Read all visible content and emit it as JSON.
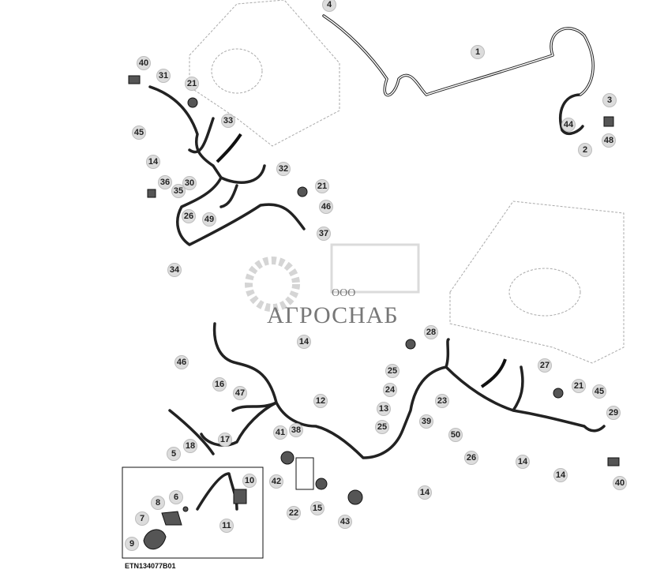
{
  "figure_id": "ETN134077B01",
  "watermark": {
    "prefix": "ООО",
    "name": "АГРОСНАБ"
  },
  "callouts": [
    "4",
    "1",
    "40",
    "31",
    "21",
    "3",
    "33",
    "44",
    "45",
    "2",
    "48",
    "14",
    "32",
    "36",
    "30",
    "35",
    "21",
    "26",
    "49",
    "46",
    "37",
    "34",
    "28",
    "14",
    "46",
    "27",
    "25",
    "16",
    "24",
    "21",
    "45",
    "47",
    "12",
    "23",
    "13",
    "29",
    "39",
    "25",
    "38",
    "41",
    "17",
    "50",
    "18",
    "5",
    "26",
    "14",
    "14",
    "40",
    "42",
    "14",
    "10",
    "6",
    "8",
    "22",
    "15",
    "43",
    "11",
    "7",
    "9"
  ]
}
